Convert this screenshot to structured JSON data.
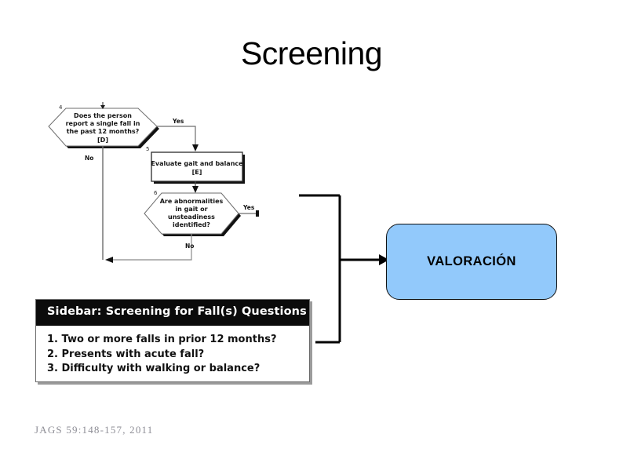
{
  "slide": {
    "title": "Screening",
    "background_color": "#ffffff"
  },
  "flowchart": {
    "nodes": [
      {
        "id": "4",
        "step_number": "4",
        "shape": "hexagon-decision",
        "lines": [
          "Does the person",
          "report a single fall in",
          "the past 12 months?",
          "[D]"
        ]
      },
      {
        "id": "5",
        "step_number": "5",
        "shape": "rectangle-process",
        "lines": [
          "Evaluate gait and balance",
          "[E]"
        ]
      },
      {
        "id": "6",
        "step_number": "6",
        "shape": "hexagon-decision",
        "lines": [
          "Are abnormalities",
          "in gait or",
          "unsteadiness",
          "identified?"
        ]
      }
    ],
    "edge_labels": {
      "node4_yes": "Yes",
      "node4_no": "No",
      "node6_yes": "Yes",
      "node6_no": "No"
    }
  },
  "sidebar": {
    "heading": "Sidebar: Screening for Fall(s) Questions",
    "questions": [
      "1. Two or more falls in prior 12 months?",
      "2. Presents with acute fall?",
      "3. Difficulty with walking or balance?"
    ],
    "heading_bg": "#0b0b0b",
    "heading_color": "#ffffff"
  },
  "citation": {
    "text": "JAGS  59:148-157, 2011"
  },
  "valoracion": {
    "label": "VALORACIÓN",
    "fill_color": "#92c9fb",
    "border_color": "#111111"
  }
}
